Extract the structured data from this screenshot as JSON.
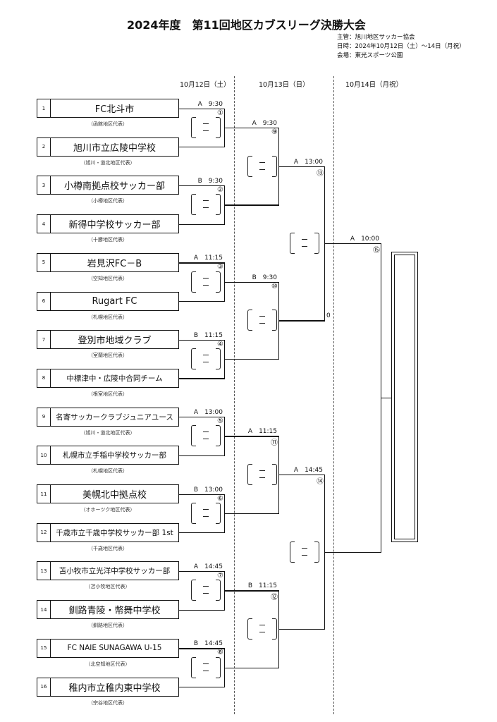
{
  "header": {
    "title": "2024年度　第11回地区カブスリーグ決勝大会",
    "organizer": "主管：旭川地区サッカー協会",
    "dates": "日時：2024年10月12日（土）～14日（月祝）",
    "venue": "会場：東光スポーツ公園"
  },
  "days": [
    "10月12日（土）",
    "10月13日（日）",
    "10月14日（月祝）"
  ],
  "teams": [
    {
      "no": "1",
      "name": "FC北斗市",
      "region": "（函館地区代表）"
    },
    {
      "no": "2",
      "name": "旭川市立広陵中学校",
      "region": "（旭川・道北地区代表）"
    },
    {
      "no": "3",
      "name": "小樽南拠点校サッカー部",
      "region": "（小樽地区代表）"
    },
    {
      "no": "4",
      "name": "新得中学校サッカー部",
      "region": "（十勝地区代表）"
    },
    {
      "no": "5",
      "name": "岩見沢FC－B",
      "region": "（空知地区代表）"
    },
    {
      "no": "6",
      "name": "Rugart FC",
      "region": "（札幌地区代表）"
    },
    {
      "no": "7",
      "name": "登別市地域クラブ",
      "region": "（室蘭地区代表）"
    },
    {
      "no": "8",
      "name": "中標津中・広陵中合同チーム",
      "region": "（根室地区代表）"
    },
    {
      "no": "9",
      "name": "名寄サッカークラブジュニアユース",
      "region": "（旭川・道北地区代表）"
    },
    {
      "no": "10",
      "name": "札幌市立手稲中学校サッカー部",
      "region": "（札幌地区代表）"
    },
    {
      "no": "11",
      "name": "美幌北中拠点校",
      "region": "（オホーツク地区代表）"
    },
    {
      "no": "12",
      "name": "千歳市立千歳中学校サッカー部 1st",
      "region": "（千歳地区代表）"
    },
    {
      "no": "13",
      "name": "苫小牧市立光洋中学校サッカー部",
      "region": "（苫小牧地区代表）"
    },
    {
      "no": "14",
      "name": "釧路青陵・幣舞中学校",
      "region": "（釧路地区代表）"
    },
    {
      "no": "15",
      "name": "FC NAIE SUNAGAWA U-15",
      "region": "（北空知地区代表）"
    },
    {
      "no": "16",
      "name": "稚内市立稚内東中学校",
      "region": "（宗谷地区代表）"
    }
  ],
  "matches": [
    {
      "label": "A　9:30",
      "no": "①"
    },
    {
      "label": "B　9:30",
      "no": "②"
    },
    {
      "label": "A　11:15",
      "no": "③"
    },
    {
      "label": "B　11:15",
      "no": "④"
    },
    {
      "label": "A　13:00",
      "no": "⑤"
    },
    {
      "label": "B　13:00",
      "no": "⑥"
    },
    {
      "label": "A　14:45",
      "no": "⑦"
    },
    {
      "label": "B　14:45",
      "no": "⑧"
    },
    {
      "label": "A　9:30",
      "no": "⑨"
    },
    {
      "label": "B　9:30",
      "no": "⑩"
    },
    {
      "label": "A　11:15",
      "no": "⑪"
    },
    {
      "label": "B　11:15",
      "no": "⑫"
    },
    {
      "label": "A　13:00",
      "no": "⑬"
    },
    {
      "label": "A　14:45",
      "no": "⑭"
    },
    {
      "label": "A　10:00",
      "no": "⑮"
    }
  ],
  "note_zero": "0"
}
